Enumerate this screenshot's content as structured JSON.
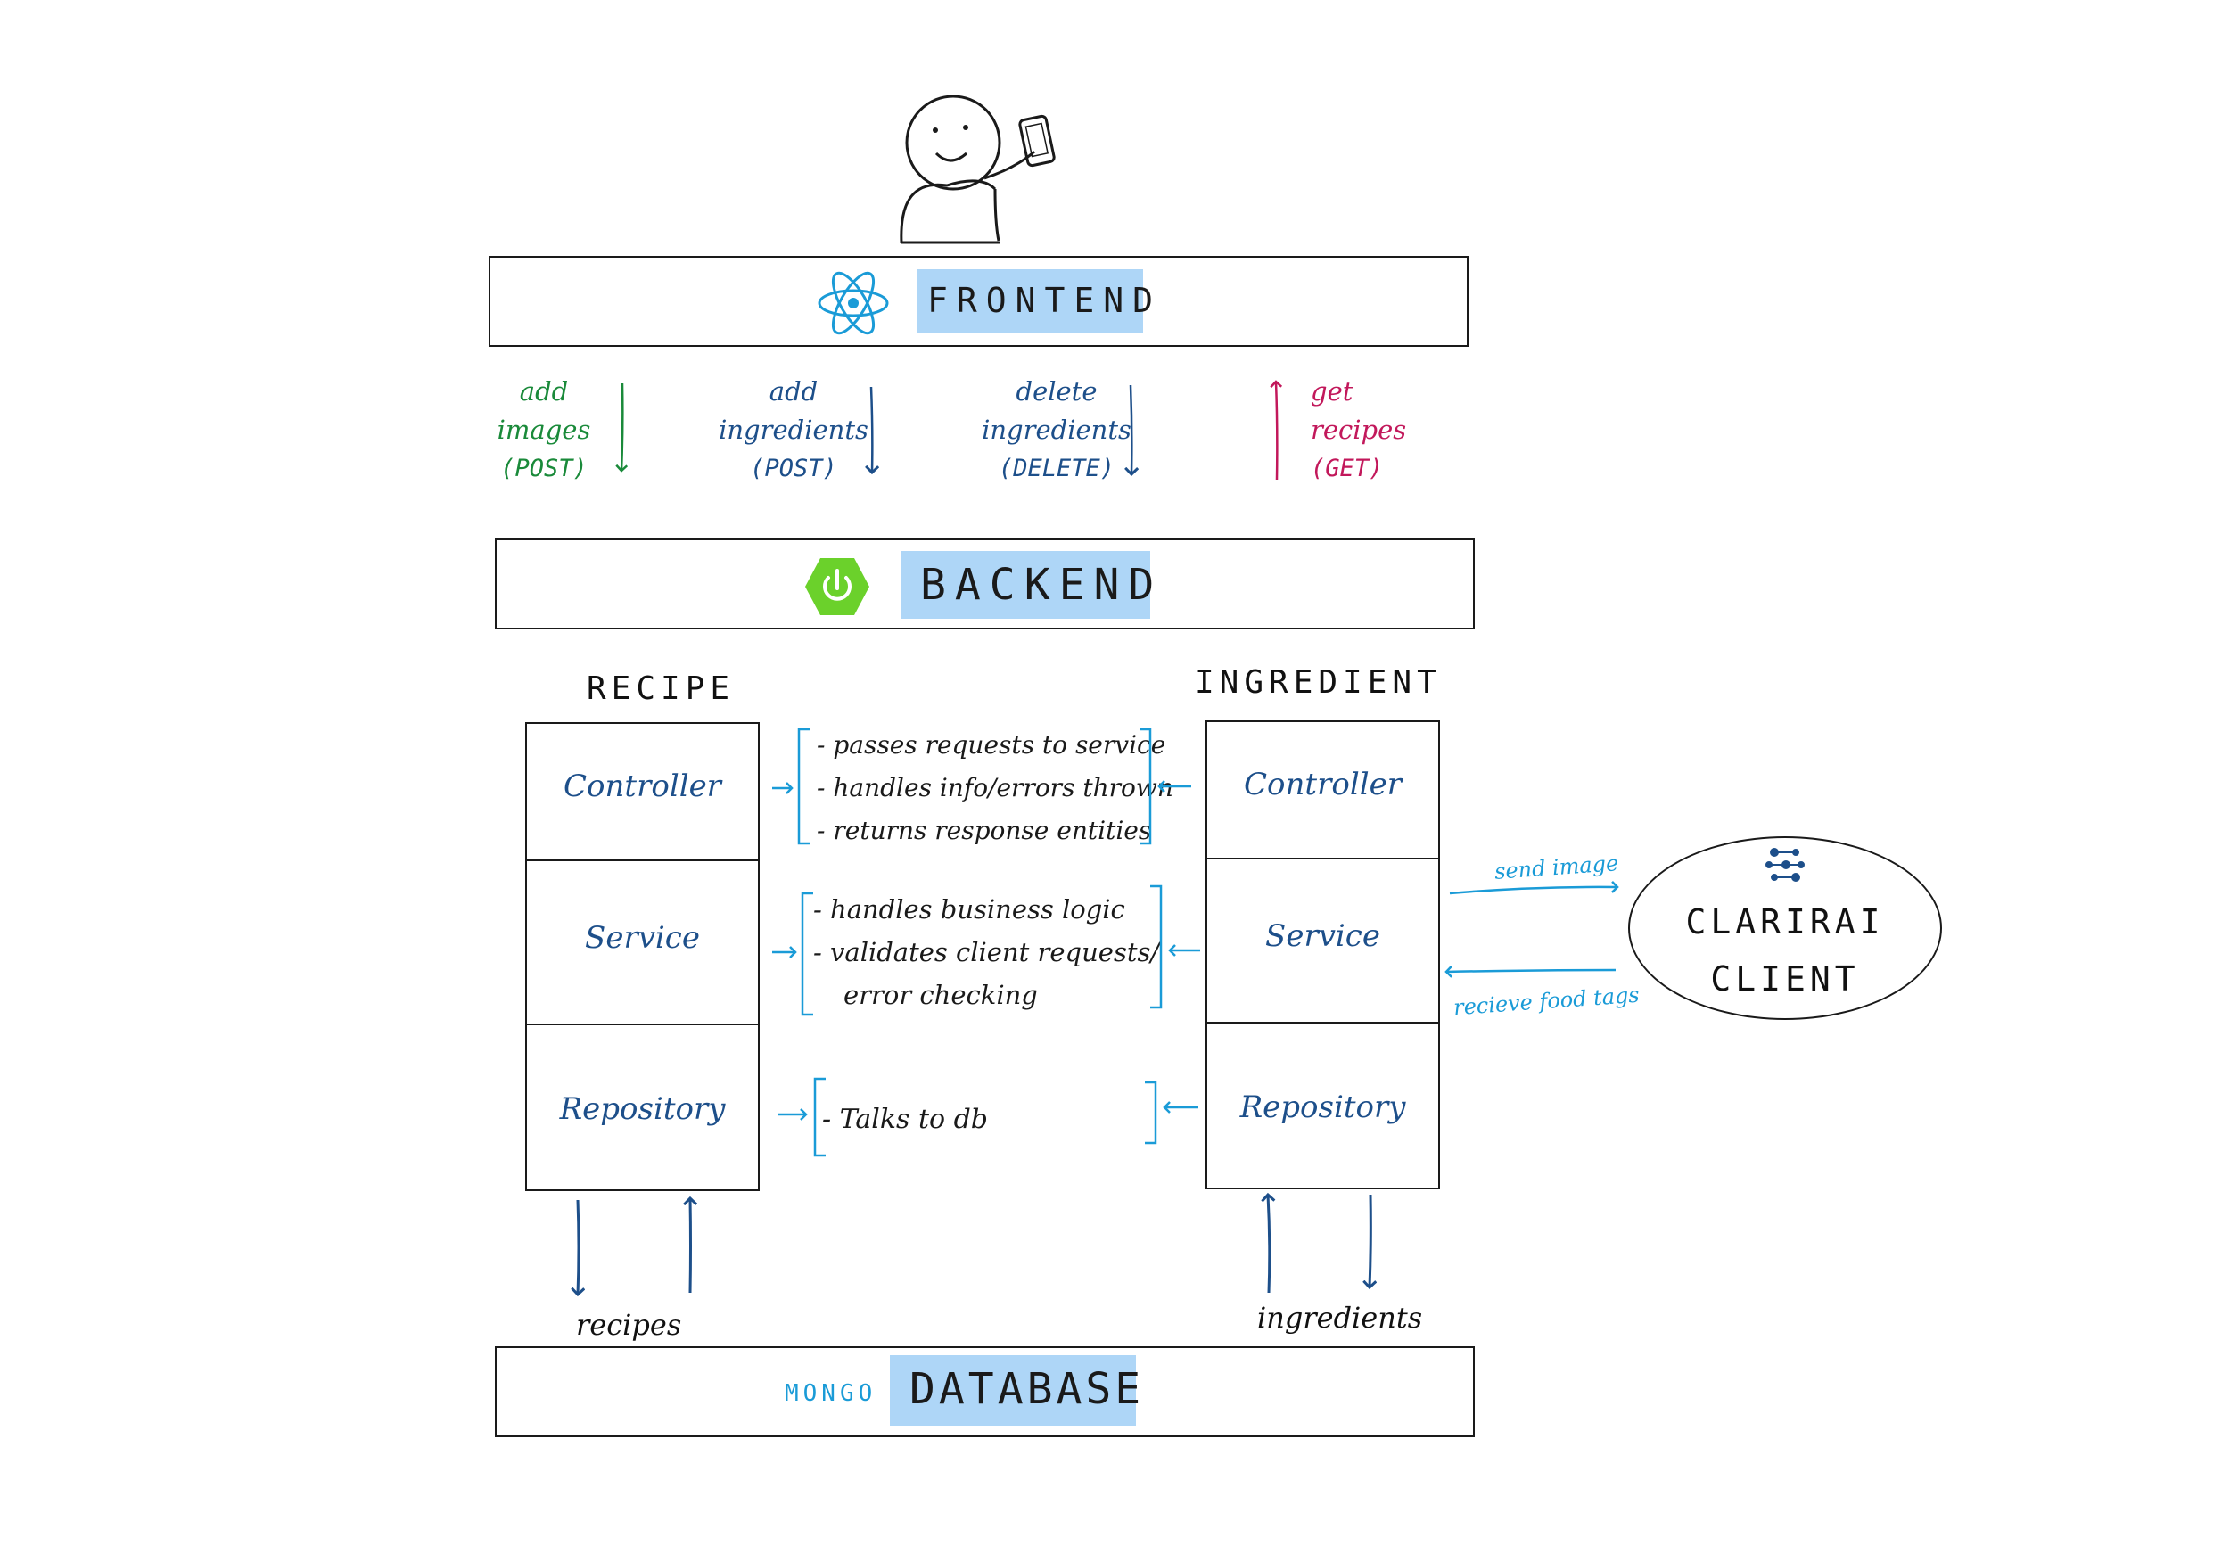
{
  "colors": {
    "line": "#1a1a1a",
    "highlight": "#aed6f7",
    "react": "#1a9bd7",
    "spring": "#6bd12b",
    "post_images": "#1a8a3a",
    "navy": "#1d4f8a",
    "get": "#c2185b",
    "cyan": "#1a9bd7"
  },
  "layers": {
    "frontend": {
      "title": "FRONTEND",
      "icon": "react-icon"
    },
    "backend": {
      "title": "BACKEND",
      "icon": "spring-power-icon"
    },
    "database": {
      "prefix": "MONGO",
      "title": "DATABASE"
    }
  },
  "requests": [
    {
      "lines": [
        "add",
        "images",
        "(POST)"
      ]
    },
    {
      "lines": [
        "add",
        "ingredients",
        "(POST)"
      ]
    },
    {
      "lines": [
        "delete",
        "ingredients",
        "(DELETE)"
      ]
    },
    {
      "lines": [
        "get",
        "recipes",
        "(GET)"
      ]
    }
  ],
  "modules": {
    "recipe": {
      "title": "RECIPE",
      "cells": [
        "Controller",
        "Service",
        "Repository"
      ],
      "db_label": "recipes"
    },
    "ingredient": {
      "title": "INGREDIENT",
      "cells": [
        "Controller",
        "Service",
        "Repository"
      ],
      "db_label": "ingredients"
    }
  },
  "notes": {
    "controller": [
      "- passes requests to service",
      "- handles info/errors thrown",
      "- returns response entities"
    ],
    "service": [
      "- handles business logic",
      "- validates client requests/",
      "error checking"
    ],
    "repository": [
      "- Talks to db"
    ]
  },
  "clarifai": {
    "line1": "CLARIRAI",
    "line2": "CLIENT",
    "send_label": "send image",
    "receive_label": "recieve food tags",
    "icon": "clarifai-logo-icon"
  }
}
